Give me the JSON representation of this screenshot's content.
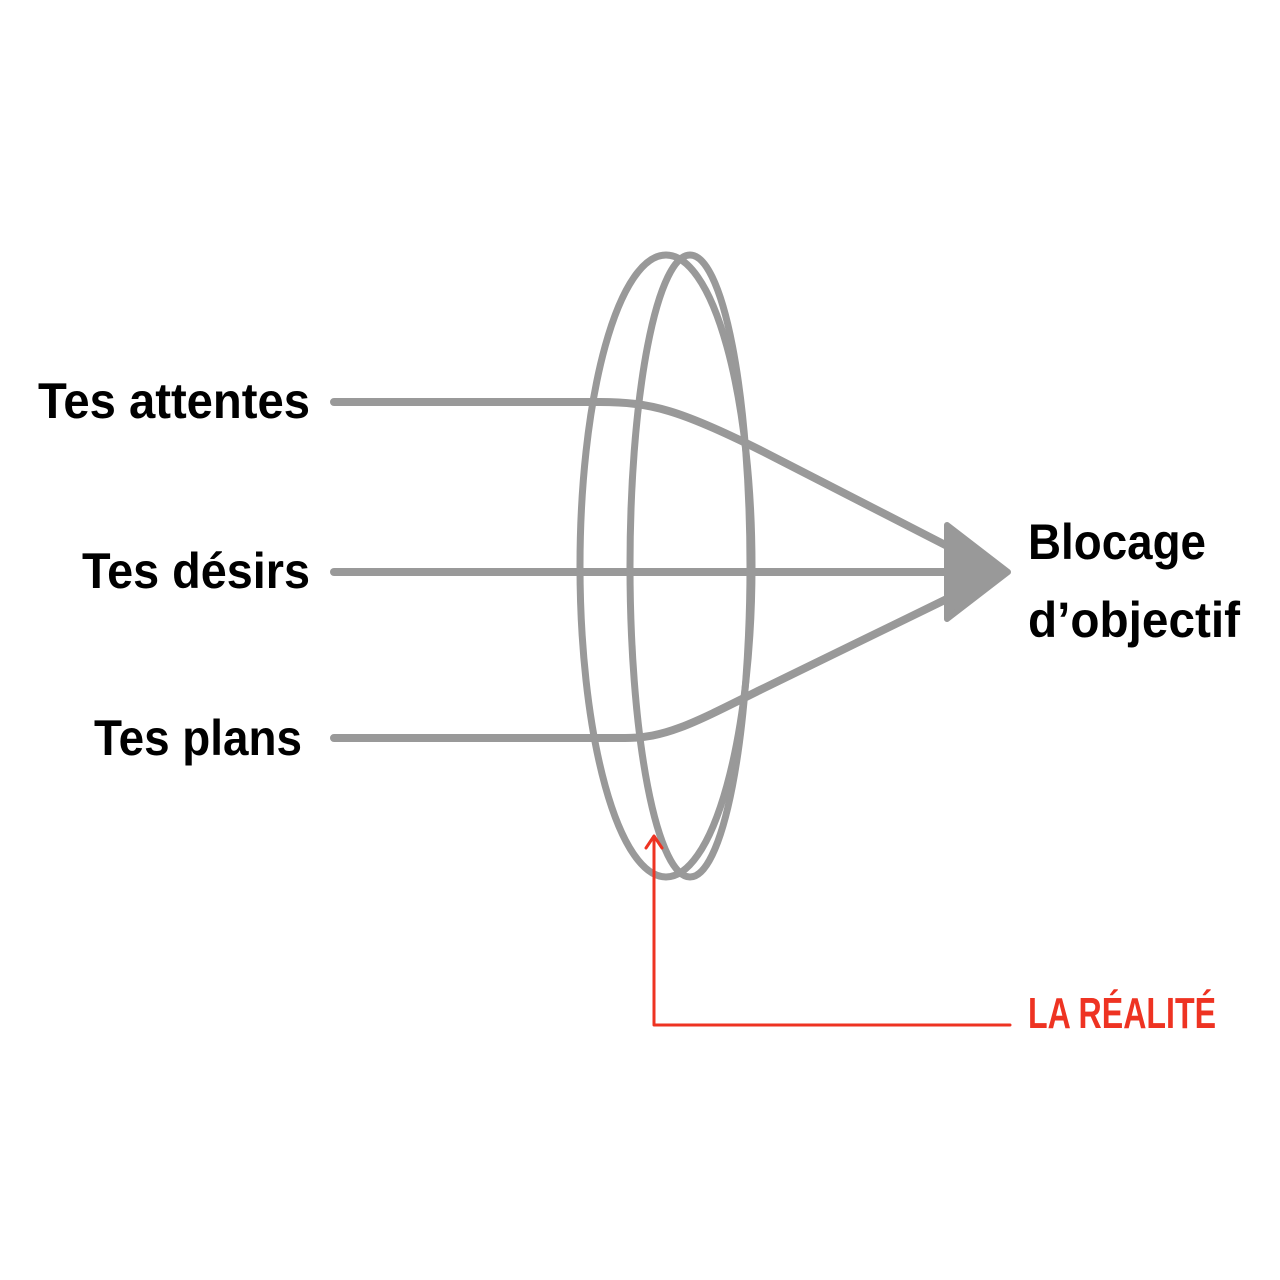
{
  "inputs": {
    "attentes": "Tes attentes",
    "desirs": "Tes désirs",
    "plans": "Tes plans"
  },
  "output": {
    "line1": "Blocage",
    "line2": "d’objectif"
  },
  "filter_label": "LA RÉALITÉ",
  "colors": {
    "lines": "#999999",
    "lens": "#999999",
    "text": "#000000",
    "accent": "#ee3322"
  }
}
